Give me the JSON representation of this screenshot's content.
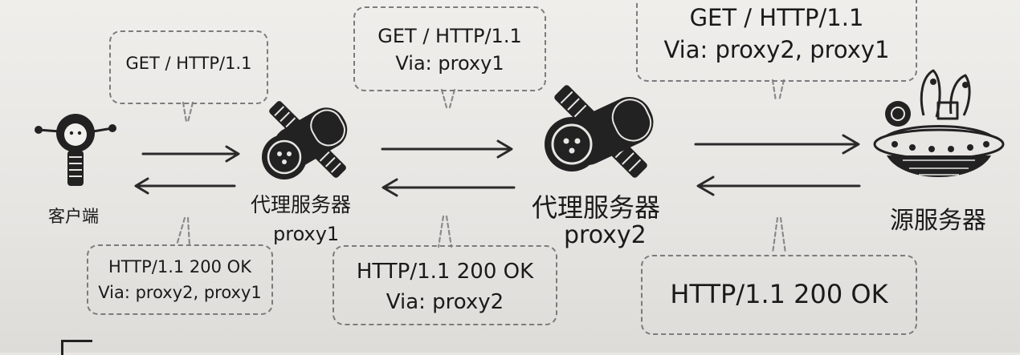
{
  "nodes": {
    "client": {
      "label": "客户端"
    },
    "proxy1": {
      "label": "代理服务器",
      "sublabel": "proxy1"
    },
    "proxy2": {
      "label": "代理服务器",
      "sublabel": "proxy2"
    },
    "origin": {
      "label": "源服务器"
    }
  },
  "requests": {
    "client_to_proxy1": {
      "line1": "GET / HTTP/1.1"
    },
    "proxy1_to_proxy2": {
      "line1": "GET / HTTP/1.1",
      "line2": "Via: proxy1"
    },
    "proxy2_to_origin": {
      "line1": "GET / HTTP/1.1",
      "line2": "Via: proxy2, proxy1"
    }
  },
  "responses": {
    "proxy1_to_client": {
      "line1": "HTTP/1.1 200 OK",
      "line2": "Via: proxy2, proxy1"
    },
    "proxy2_to_proxy1": {
      "line1": "HTTP/1.1 200 OK",
      "line2": "Via: proxy2"
    },
    "origin_to_proxy2": {
      "line1": "HTTP/1.1 200 OK"
    }
  }
}
